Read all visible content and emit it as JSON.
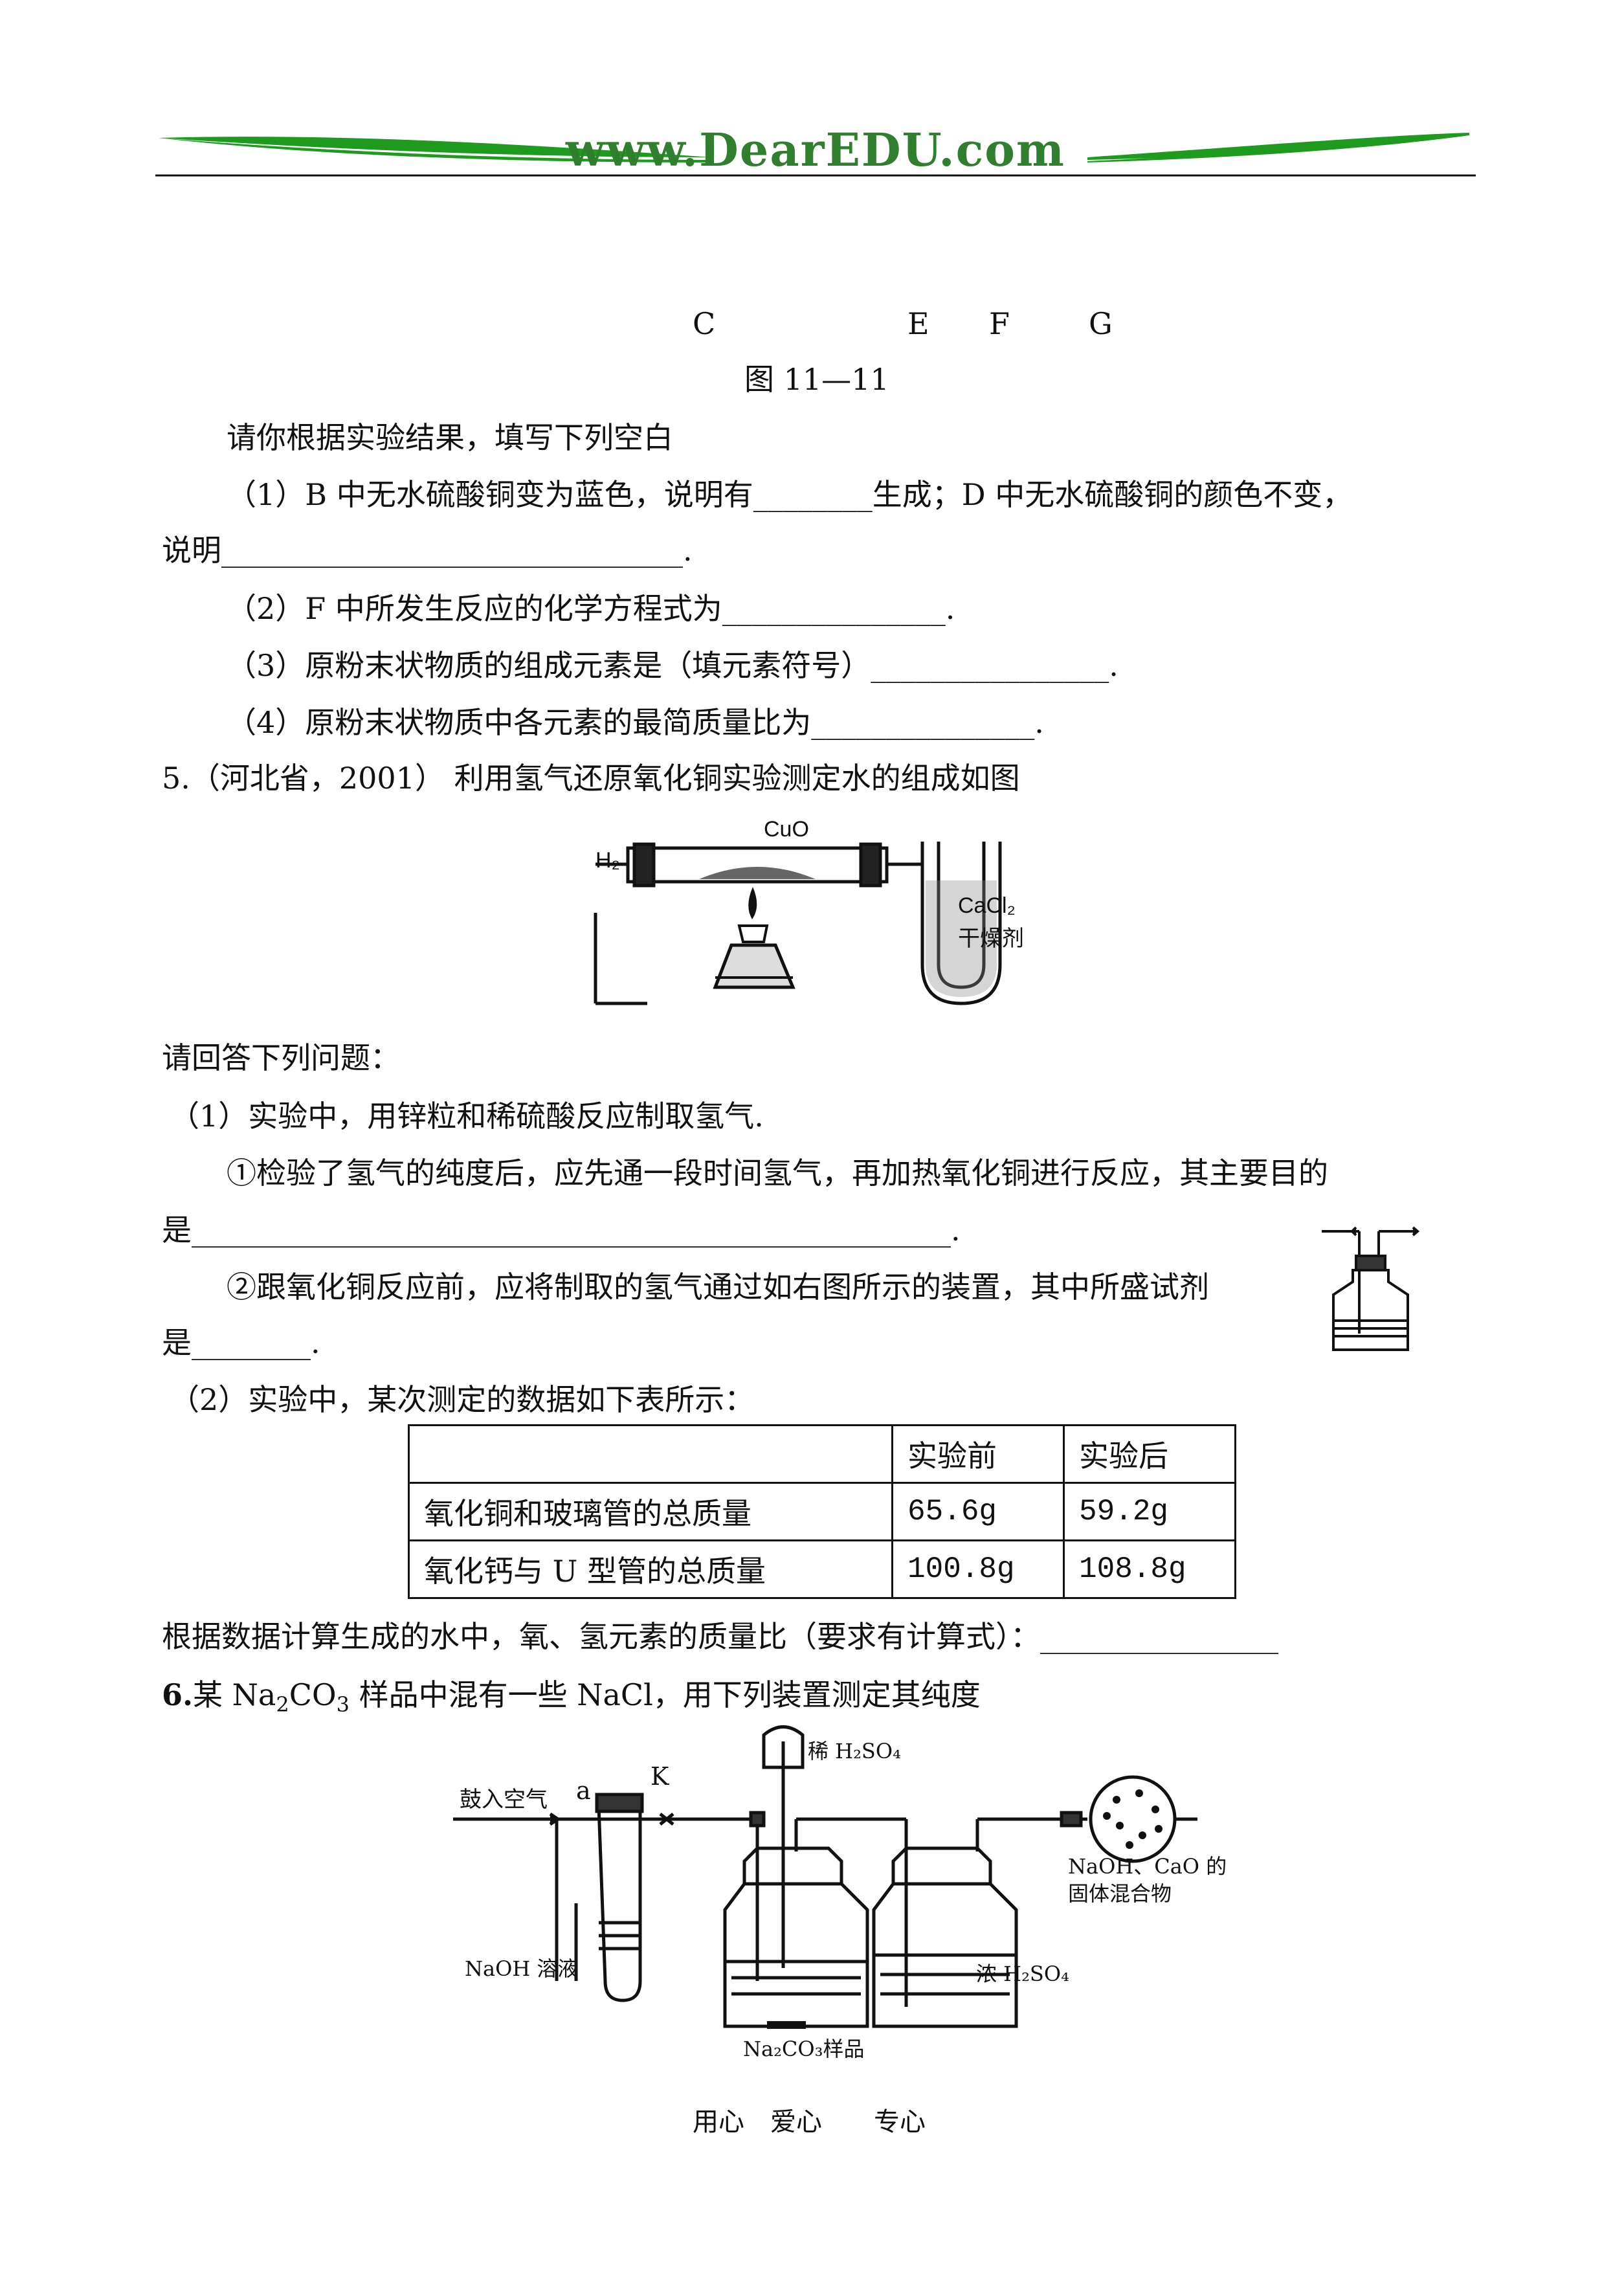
{
  "header": {
    "logo_text": "www.DearEDU.com"
  },
  "figure_11_11": {
    "labels": [
      "C",
      "E",
      "F",
      "G"
    ],
    "caption": "图 11—11"
  },
  "q4": {
    "intro": "请你根据实验结果，填写下列空白",
    "p1_line1": "（1）B 中无水硫酸铜变为蓝色，说明有________生成；D 中无水硫酸铜的颜色不变，",
    "p1_line2": "说明_______________________________.",
    "p2": "（2）F 中所发生反应的化学方程式为_______________.",
    "p3": "（3）原粉末状物质的组成元素是（填元素符号）________________.",
    "p4": "（4）原粉末状物质中各元素的最简质量比为_______________."
  },
  "q5": {
    "title": "5.（河北省，2001）      利用氢气还原氧化铜实验测定水的组成如图",
    "fig": {
      "h2": "H₂",
      "cuo": "CuO",
      "cacl2": "CaCl₂",
      "drier": "干燥剂"
    },
    "ask": "请回答下列问题：",
    "s1": "（1）实验中，用锌粒和稀硫酸反应制取氢气.",
    "s1a_line1": "①检验了氢气的纯度后，应先通一段时间氢气，再加热氧化铜进行反应，其主要目的",
    "s1a_line2": "是___________________________________________________.",
    "s1b_line1": "②跟氧化铜反应前，应将制取的氢气通过如右图所示的装置，其中所盛试剂",
    "s1b_line2": "是________.",
    "s2": "（2）实验中，某次测定的数据如下表所示：",
    "table": {
      "headers": [
        "",
        "实验前",
        "实验后"
      ],
      "rows": [
        [
          "氧化铜和玻璃管的总质量",
          "65.6g",
          "59.2g"
        ],
        [
          "氧化钙与 U 型管的总质量",
          "100.8g",
          "108.8g"
        ]
      ]
    },
    "calc": "根据数据计算生成的水中，氧、氢元素的质量比（要求有计算式）：________________"
  },
  "q6": {
    "num": "6.",
    "title_a": "某 Na",
    "sub2": "2",
    "title_b": "CO",
    "sub3": "3",
    "title_c": " 样品中混有一些 NaCl，用下列装置测定其纯度",
    "fig": {
      "air": "鼓入空气",
      "a": "a",
      "k": "K",
      "dilute_h2so4": "稀 H₂SO₄",
      "naoh_cao": "NaOH、CaO 的",
      "solid_mix": "固体混合物",
      "naoh_sol": "NaOH 溶液",
      "conc_h2so4": "浓 H₂SO₄",
      "sample": "Na₂CO₃样品"
    }
  },
  "footer": {
    "slogan": "用心　爱心　　专心"
  },
  "colors": {
    "logo_green": "#1e9a1e",
    "logo_text": "#2f7f2f"
  }
}
